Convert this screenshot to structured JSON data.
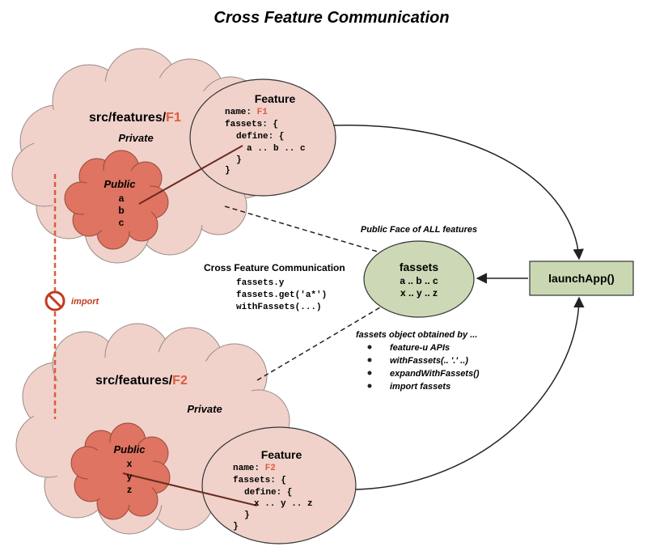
{
  "title": "Cross Feature Communication",
  "colors": {
    "cloud_fill": "#f0d2cb",
    "public_fill": "#de7461",
    "feature_fill": "#f0d2cb",
    "fassets_fill": "#cdd9b6",
    "launch_fill": "#c9d8b2",
    "accent_red": "#e05a3c",
    "stroke": "#333333"
  },
  "f1": {
    "path_prefix": "src/features/",
    "id": "F1",
    "private_label": "Private",
    "public_label": "Public",
    "public_items": [
      "a",
      "b",
      "c"
    ],
    "feature_box": {
      "title": "Feature",
      "line1_key": "name: ",
      "line1_val": "F1",
      "line2": "fassets: {",
      "line3": "define: {",
      "line4": "a .. b .. c",
      "line5": "}",
      "line6": "}"
    }
  },
  "f2": {
    "path_prefix": "src/features/",
    "id": "F2",
    "private_label": "Private",
    "public_label": "Public",
    "public_items": [
      "x",
      "y",
      "z"
    ],
    "feature_box": {
      "title": "Feature",
      "line1_key": "name: ",
      "line1_val": "F2",
      "line2": "fassets: {",
      "line3": "define: {",
      "line4": "x .. y .. z",
      "line5": "}",
      "line6": "}"
    }
  },
  "fassets": {
    "title": "fassets",
    "line1": "a .. b .. c",
    "line2": "x .. y .. z"
  },
  "public_face_label": "Public Face of ALL features",
  "launch": {
    "label": "launchApp()"
  },
  "cross_comm": {
    "title": "Cross Feature Communication",
    "lines": [
      "fassets.y",
      "fassets.get('a*')",
      "withFassets(...)"
    ]
  },
  "obtained": {
    "title": "fassets object obtained by ...",
    "bullets": [
      "feature-u APIs",
      "withFassets(.. '.' ..)",
      "expandWithFassets()",
      "import fassets"
    ]
  },
  "import_label": "import",
  "icons": {
    "no_import": "no-entry-sign-icon"
  }
}
